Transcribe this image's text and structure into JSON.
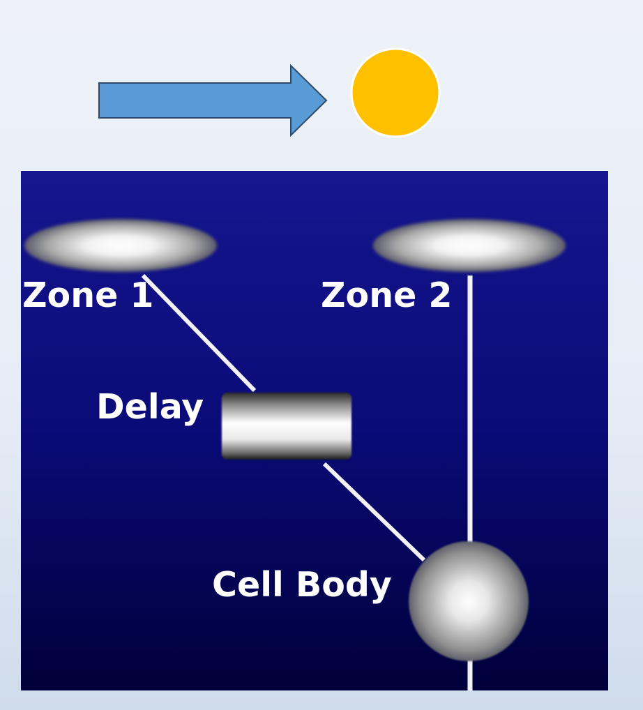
{
  "diagram": {
    "labels": {
      "zone1": "Zone 1",
      "zone2": "Zone 2",
      "delay": "Delay",
      "cell_body": "Cell Body"
    },
    "icons": {
      "motion_arrow": "arrow-right-icon",
      "moving_stimulus": "circle-icon"
    },
    "colors": {
      "arrow_fill": "#5b9bd5",
      "arrow_stroke": "#2e4a6b",
      "stimulus": "#ffc000",
      "panel_top": "#16168f",
      "panel_bottom": "#00003a",
      "neuron": "#ffffff"
    }
  }
}
